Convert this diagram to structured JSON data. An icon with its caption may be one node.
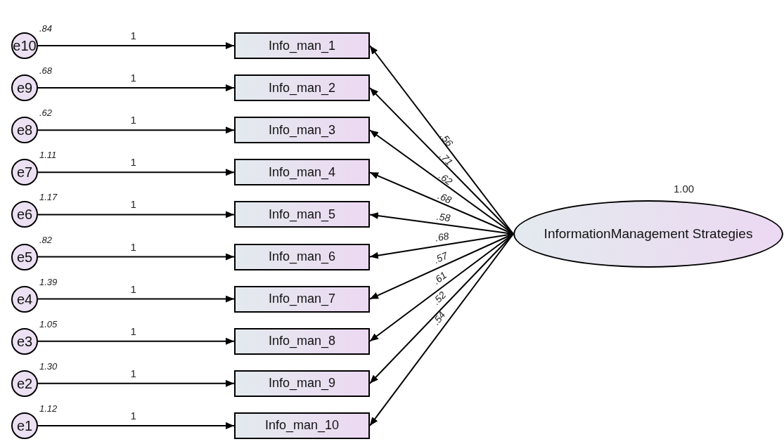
{
  "diagram": {
    "nodes": [
      {
        "text": [
          "e10"
        ],
        "beside": [
          ".84"
        ]
      },
      {
        "text": [
          "e9"
        ],
        "beside": [
          ".68"
        ]
      },
      {
        "text": [
          "e8"
        ],
        "beside": [
          ".62"
        ]
      },
      {
        "text": [
          "e7"
        ],
        "beside": [
          "1.11"
        ]
      },
      {
        "text": [
          "e6"
        ],
        "beside": [
          "1.17"
        ]
      },
      {
        "text": [
          "e5"
        ],
        "beside": [
          ".82"
        ]
      },
      {
        "text": [
          "e4"
        ],
        "beside": [
          "1.39"
        ]
      },
      {
        "text": [
          "e3"
        ],
        "beside": [
          "1.05"
        ]
      },
      {
        "text": [
          "e2"
        ],
        "beside": [
          "1.30"
        ]
      },
      {
        "text": [
          "e1"
        ],
        "beside": [
          "1.12"
        ]
      },
      {
        "text": [
          "Info_man_1"
        ]
      },
      {
        "text": [
          "Info_man_2"
        ]
      },
      {
        "text": [
          "Info_man_3"
        ]
      },
      {
        "text": [
          "Info_man_4"
        ]
      },
      {
        "text": [
          "Info_man_5"
        ]
      },
      {
        "text": [
          "Info_man_6"
        ]
      },
      {
        "text": [
          "Info_man_7"
        ]
      },
      {
        "text": [
          "Info_man_8"
        ]
      },
      {
        "text": [
          "Info_man_9"
        ]
      },
      {
        "text": [
          "Info_man_10"
        ]
      },
      {
        "text": [
          "InformationManagement Strategies"
        ],
        "beside": [
          "1.00"
        ]
      }
    ],
    "edges": [
      {
        "from": 0,
        "to": 10,
        "arrow": "to",
        "label": "1"
      },
      {
        "from": 1,
        "to": 11,
        "arrow": "to",
        "label": "1"
      },
      {
        "from": 2,
        "to": 12,
        "arrow": "to",
        "label": "1"
      },
      {
        "from": 3,
        "to": 13,
        "arrow": "to",
        "label": "1"
      },
      {
        "from": 4,
        "to": 14,
        "arrow": "to",
        "label": "1"
      },
      {
        "from": 5,
        "to": 15,
        "arrow": "to",
        "label": "1"
      },
      {
        "from": 6,
        "to": 16,
        "arrow": "to",
        "label": "1"
      },
      {
        "from": 7,
        "to": 17,
        "arrow": "to",
        "label": "1"
      },
      {
        "from": 8,
        "to": 18,
        "arrow": "to",
        "label": "1"
      },
      {
        "from": 9,
        "to": 19,
        "arrow": "to",
        "label": "1"
      },
      {
        "from": 20,
        "to": 10,
        "arrow": "to",
        "label": ".56"
      },
      {
        "from": 20,
        "to": 11,
        "arrow": "to",
        "label": ".71"
      },
      {
        "from": 20,
        "to": 12,
        "arrow": "to",
        "label": ".62"
      },
      {
        "from": 20,
        "to": 13,
        "arrow": "to",
        "label": ".68"
      },
      {
        "from": 20,
        "to": 14,
        "arrow": "to",
        "label": ".58"
      },
      {
        "from": 20,
        "to": 15,
        "arrow": "to",
        "label": ".68"
      },
      {
        "from": 20,
        "to": 16,
        "arrow": "to",
        "label": ".57"
      },
      {
        "from": 20,
        "to": 17,
        "arrow": "to",
        "label": ".61"
      },
      {
        "from": 20,
        "to": 18,
        "arrow": "to",
        "label": ".52"
      },
      {
        "from": 20,
        "to": 19,
        "arrow": "to",
        "label": ".54"
      }
    ]
  }
}
